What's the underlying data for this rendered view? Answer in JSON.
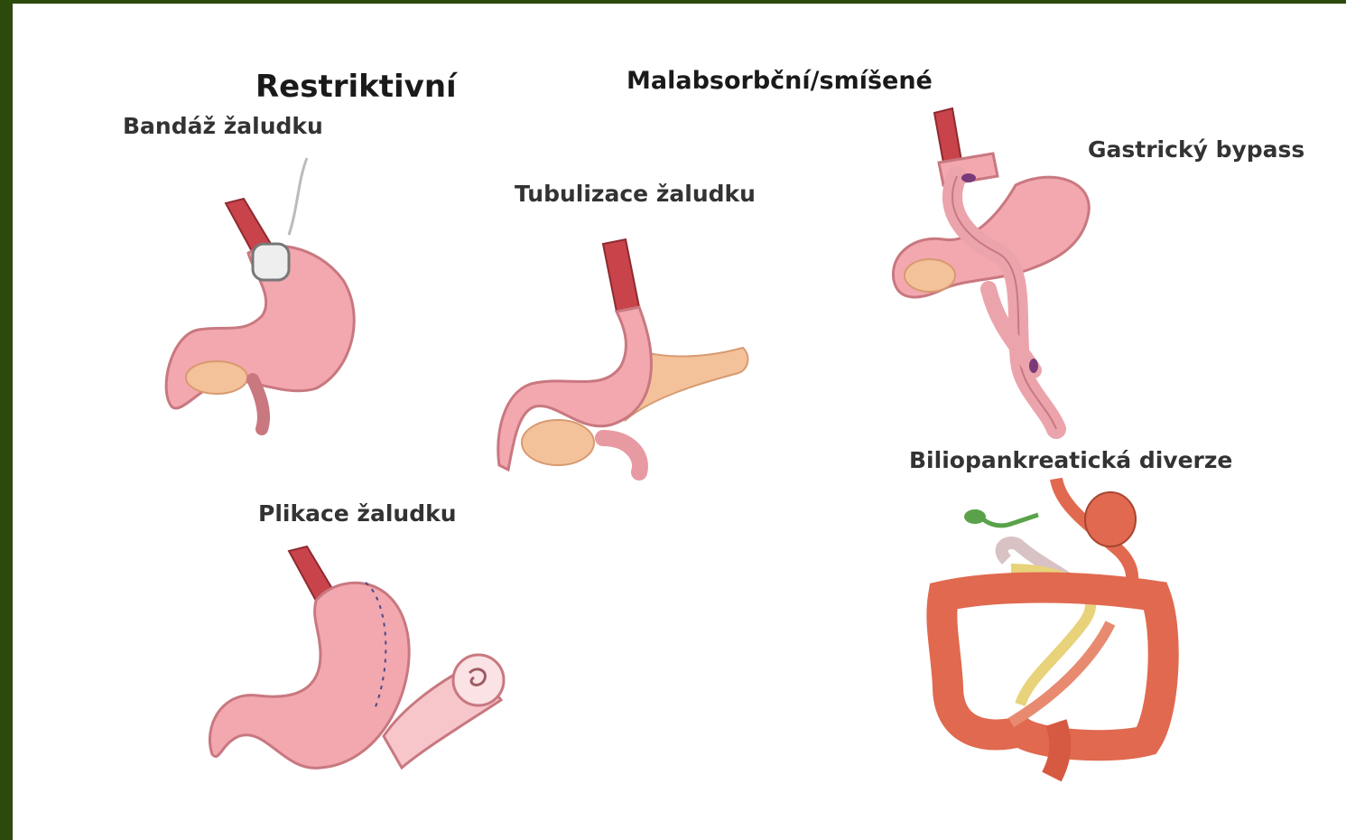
{
  "colors": {
    "frame": "#2b4a0c",
    "stomach": "#f2a8ae",
    "stomach_dark": "#d97d86",
    "esophagus": "#c8444a",
    "pancreas": "#f4c29a",
    "colon": "#e0694f",
    "small_bowel": "#e8d27a",
    "gallbladder": "#5aa24a"
  },
  "headings": {
    "restrictive": "Restriktivní",
    "malabsorptive": "Malabsorbční/smíšené"
  },
  "procedures": {
    "band": "Bandáž žaludku",
    "sleeve": "Tubulizace žaludku",
    "plication": "Plikace žaludku",
    "bypass": "Gastrický bypass",
    "bpd": "Biliopankreatická diverze"
  },
  "icons": {
    "band": "gastric-band-illustration",
    "sleeve": "sleeve-gastrectomy-illustration",
    "plication": "gastric-plication-illustration",
    "bypass": "gastric-bypass-illustration",
    "bpd": "biliopancreatic-diversion-illustration"
  }
}
